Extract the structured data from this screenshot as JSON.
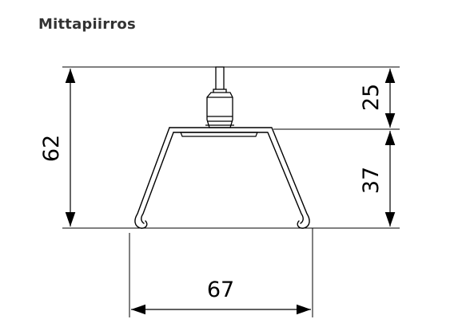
{
  "title": "Mittapiirros",
  "colors": {
    "title": "#333333",
    "drawing": "#000000"
  },
  "dimensions": {
    "total_height": "62",
    "top_height": "25",
    "bottom_height": "37",
    "width": "67"
  }
}
